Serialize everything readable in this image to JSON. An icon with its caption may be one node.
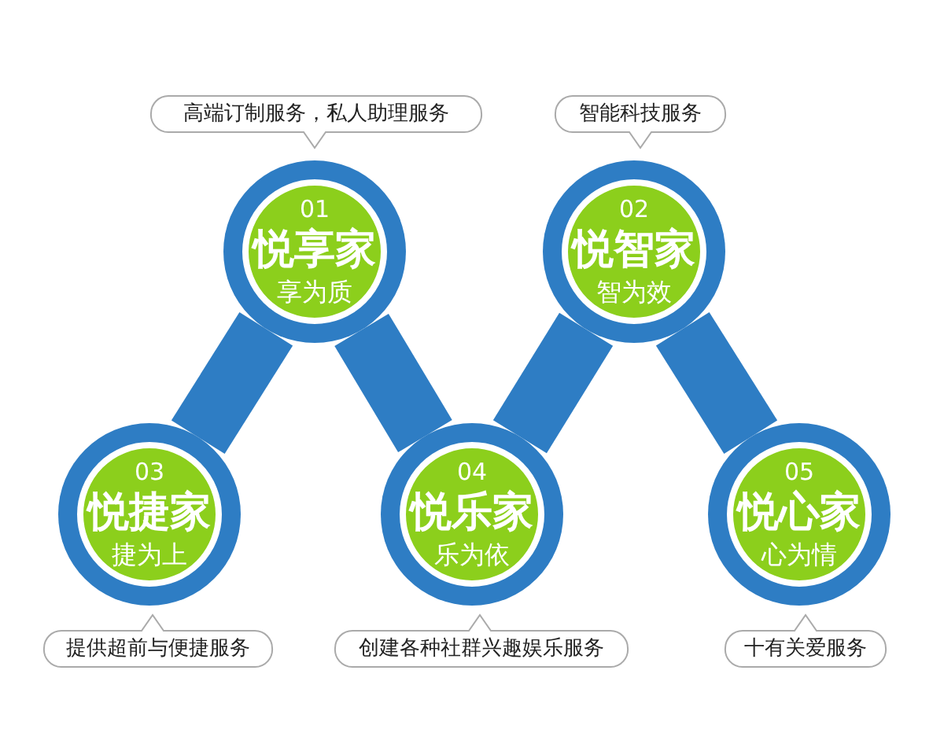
{
  "diagram": {
    "nodes": [
      {
        "text": [
          "高端订制服务，私人助理服务"
        ]
      },
      {
        "text": [
          "智能科技服务"
        ]
      },
      {
        "text": [
          "01",
          "悦享家",
          "享为质"
        ]
      },
      {
        "text": [
          "02",
          "悦智家",
          "智为效"
        ]
      },
      {
        "text": [
          "03",
          "悦捷家",
          "捷为上"
        ]
      },
      {
        "text": [
          "04",
          "悦乐家",
          "乐为依"
        ]
      },
      {
        "text": [
          "05",
          "悦心家",
          "心为情"
        ]
      },
      {
        "text": [
          "提供超前与便捷服务"
        ]
      },
      {
        "text": [
          "创建各种社群兴趣娱乐服务"
        ]
      },
      {
        "text": [
          "十有关爱服务"
        ]
      }
    ],
    "edges": [
      {
        "from": 4,
        "to": 2,
        "arrow": "none"
      },
      {
        "from": 2,
        "to": 5,
        "arrow": "none"
      },
      {
        "from": 5,
        "to": 3,
        "arrow": "none"
      },
      {
        "from": 3,
        "to": 6,
        "arrow": "none"
      }
    ]
  }
}
